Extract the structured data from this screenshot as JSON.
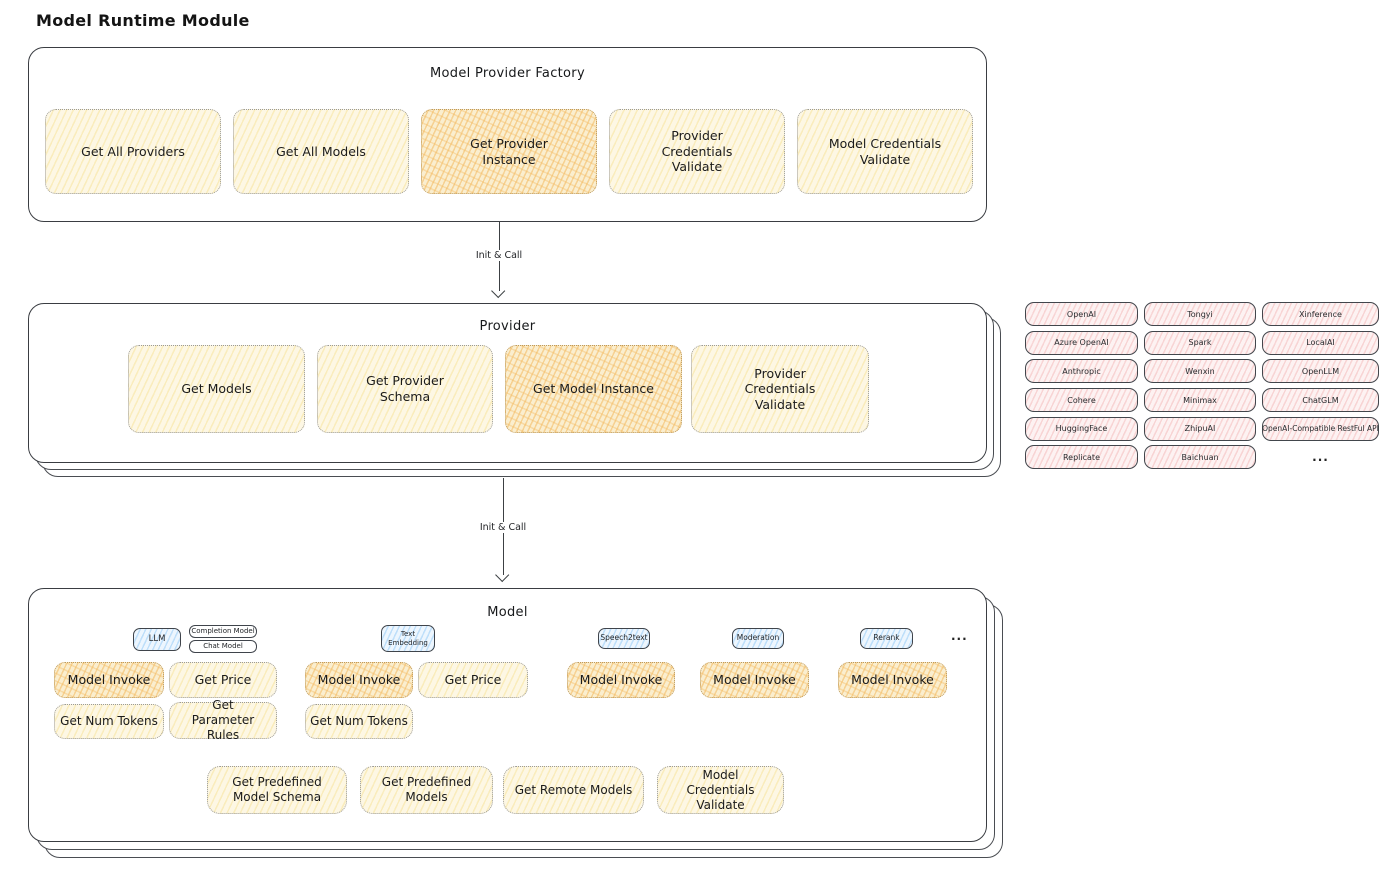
{
  "page_title": "Model Runtime Module",
  "colors": {
    "shape_border": "#3a3d42",
    "yellow_fill": "#fdf7e4",
    "orange_fill": "#faeecf",
    "blue_fill": "#edf6fe",
    "pink_fill": "#fdf2f2"
  },
  "factory": {
    "title": "Model Provider Factory",
    "buttons": [
      "Get All Providers",
      "Get All Models",
      "Get Provider Instance",
      "Provider Credentials Validate",
      "Model Credentials Validate"
    ]
  },
  "arrow1": {
    "label": "Init & Call"
  },
  "arrow2": {
    "label": "Init & Call"
  },
  "provider": {
    "title": "Provider",
    "buttons": [
      "Get Models",
      "Get Provider Schema",
      "Get Model Instance",
      "Provider Credentials Validate"
    ]
  },
  "providers": {
    "items": [
      "OpenAI",
      "Tongyi",
      "Xinference",
      "Azure OpenAI",
      "Spark",
      "LocalAI",
      "Anthropic",
      "Wenxin",
      "OpenLLM",
      "Cohere",
      "Minimax",
      "ChatGLM",
      "HuggingFace",
      "ZhipuAI",
      "OpenAI-Compatible RestFul API",
      "Replicate",
      "Baichuan"
    ],
    "more": "..."
  },
  "model": {
    "title": "Model",
    "tags": {
      "llm": "LLM",
      "completion": "Completion Model",
      "chat": "Chat Model",
      "text_embedding": "Text Embedding",
      "speech2text": "Speech2text",
      "moderation": "Moderation",
      "rerank": "Rerank",
      "more": "..."
    },
    "buttons": {
      "model_invoke": "Model Invoke",
      "get_price": "Get Price",
      "get_num_tokens": "Get Num Tokens",
      "get_parameter_rules": "Get Parameter Rules",
      "get_predefined_model_schema": "Get Predefined Model Schema",
      "get_predefined_models": "Get Predefined Models",
      "get_remote_models": "Get Remote Models",
      "model_credentials_validate": "Model Credentials Validate"
    }
  }
}
